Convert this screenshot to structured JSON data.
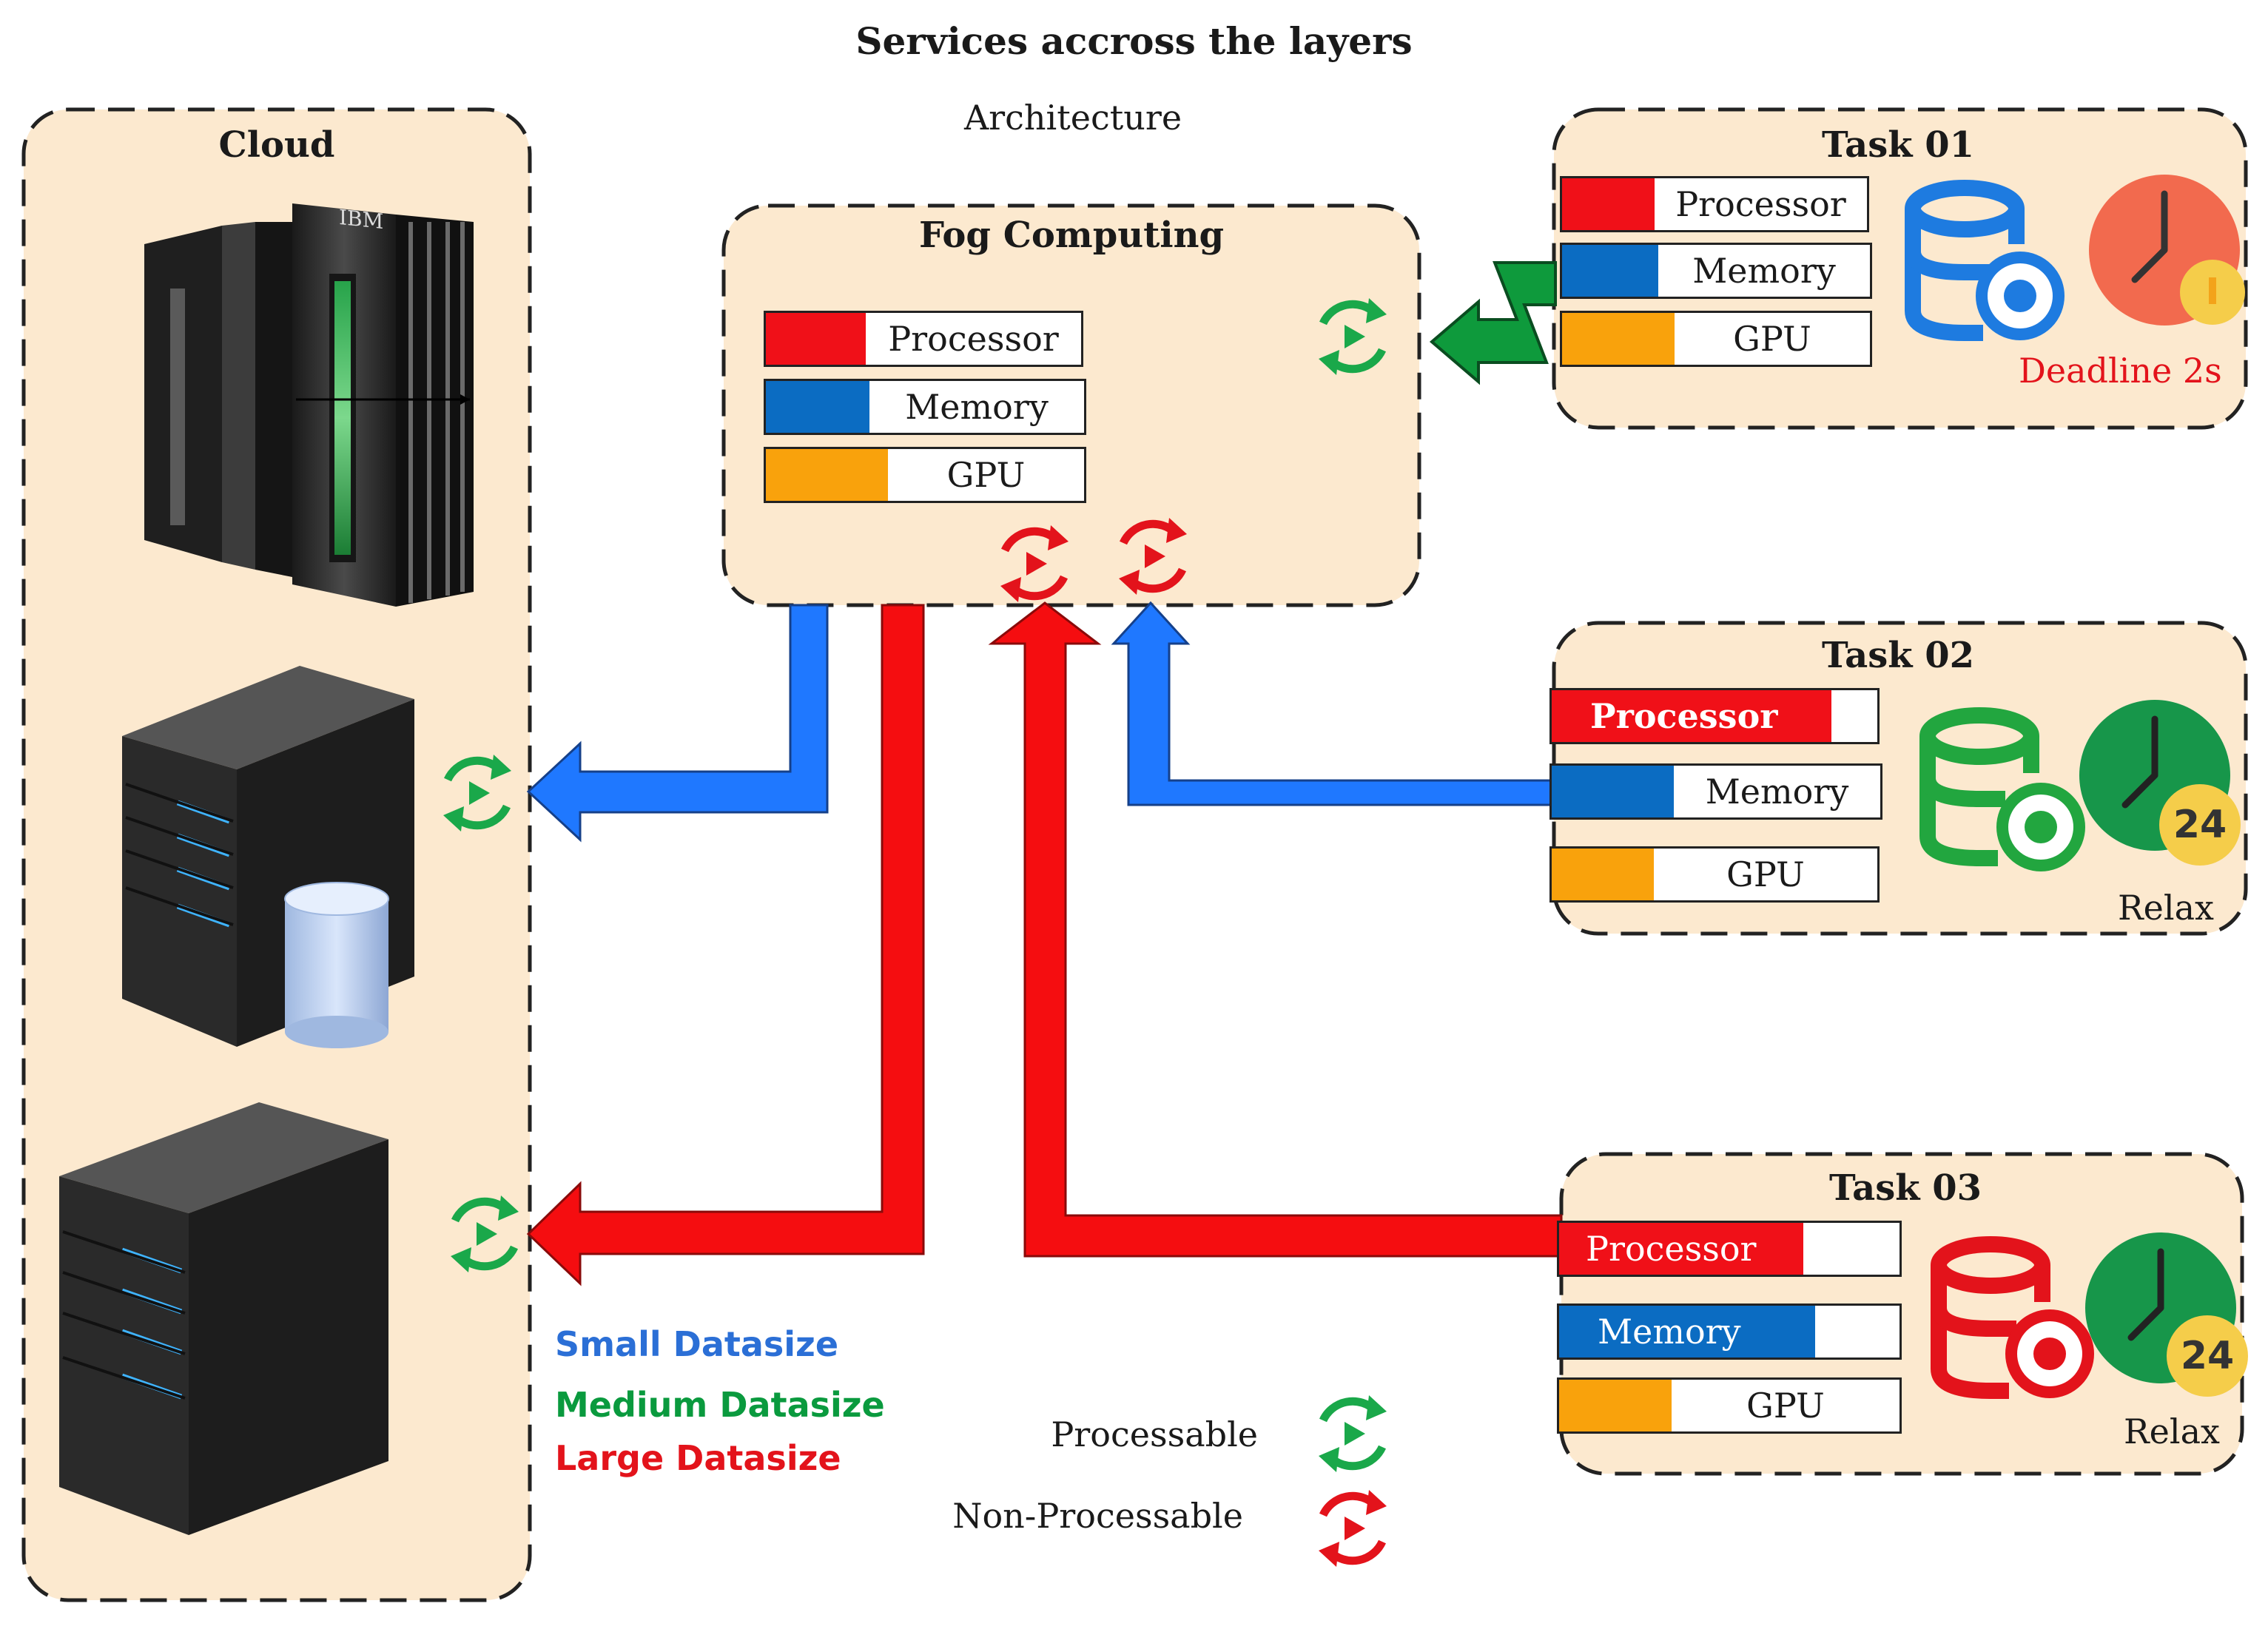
{
  "title": "Services accross the layers",
  "subtitle": "Architecture",
  "cloud": {
    "title": "Cloud",
    "mainframe_label": "IBM"
  },
  "fog": {
    "title": "Fog Computing",
    "resources": [
      "Processor",
      "Memory",
      "GPU"
    ]
  },
  "tasks": [
    {
      "title": "Task 01",
      "resources": [
        "Processor",
        "Memory",
        "GPU"
      ],
      "status": "Deadline 2s"
    },
    {
      "title": "Task 02",
      "resources": [
        "Processor",
        "Memory",
        "GPU"
      ],
      "status": "Relax",
      "clock_badge": "24"
    },
    {
      "title": "Task 03",
      "resources": [
        "Processor",
        "Memory",
        "GPU"
      ],
      "status": "Relax",
      "clock_badge": "24"
    }
  ],
  "legend": {
    "datasize": [
      {
        "label": "Small Datasize",
        "color": "#2b6fd6"
      },
      {
        "label": "Medium Datasize",
        "color": "#0a9a3e"
      },
      {
        "label": "Large Datasize",
        "color": "#e3131b"
      }
    ],
    "processing": [
      {
        "label": "Processable",
        "color": "#1aa84a"
      },
      {
        "label": "Non-Processable",
        "color": "#e3131b"
      }
    ]
  },
  "colors": {
    "panel_bg": "#fce9cf",
    "processor": "#f01018",
    "memory": "#0b6cc2",
    "gpu": "#f9a20c",
    "small_arrow": "#1f78ff",
    "large_arrow": "#f50d10",
    "medium_arrow": "#0e9a3c"
  }
}
